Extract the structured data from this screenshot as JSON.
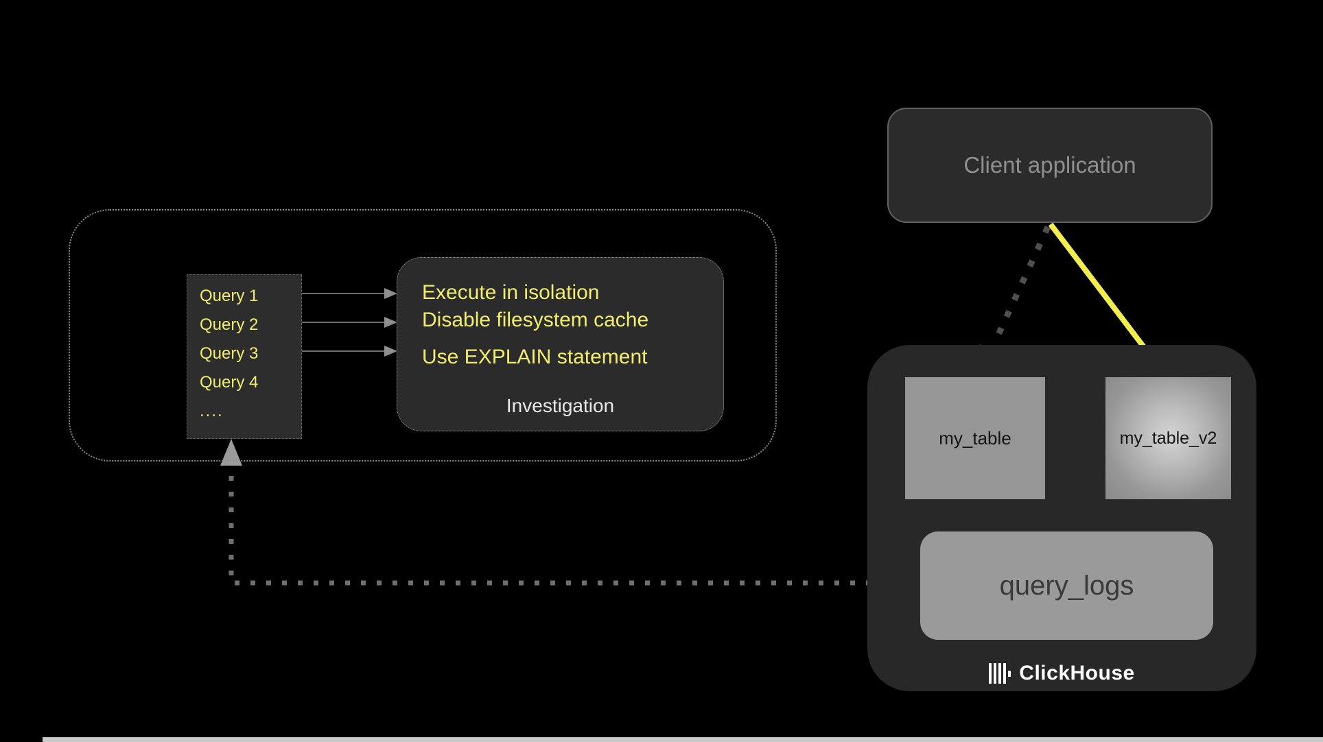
{
  "colors": {
    "background": "#000000",
    "panel_dark": "#2b2b2b",
    "clickhouse_panel": "#282828",
    "table_fill": "#969696",
    "table_v2_highlight": "#d4d4d4",
    "yellow_text": "#f1ee6e",
    "yellow_arrow": "#f2ee4e",
    "muted_gray_text": "#8f8f8f",
    "white_text": "#e8e8e8",
    "dotted_line_gray": "#6f6f6f",
    "logo_white": "#ffffff"
  },
  "investigation_group": {
    "query_list": {
      "items": [
        "Query 1",
        "Query 2",
        "Query 3",
        "Query 4",
        "...."
      ]
    },
    "investigation": {
      "techniques": [
        "Execute in isolation",
        "Disable filesystem cache",
        "Use EXPLAIN statement"
      ],
      "label": "Investigation"
    }
  },
  "client_application": {
    "label": "Client application"
  },
  "clickhouse": {
    "tables": [
      {
        "name": "my_table"
      },
      {
        "name": "my_table_v2"
      }
    ],
    "query_logs": {
      "label": "query_logs"
    },
    "logo": {
      "text": "ClickHouse"
    }
  }
}
